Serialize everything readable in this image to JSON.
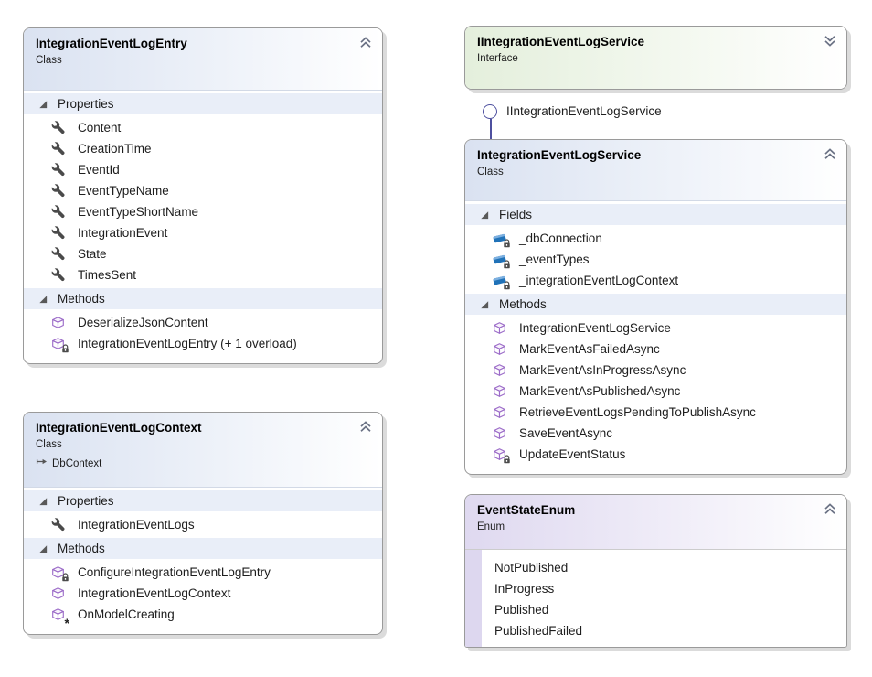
{
  "boxes": {
    "entry": {
      "title": "IntegrationEventLogEntry",
      "kind": "Class",
      "chevron": "up",
      "sections": [
        {
          "label": "Properties",
          "members": [
            {
              "name": "Content",
              "icon": "property"
            },
            {
              "name": "CreationTime",
              "icon": "property"
            },
            {
              "name": "EventId",
              "icon": "property"
            },
            {
              "name": "EventTypeName",
              "icon": "property"
            },
            {
              "name": "EventTypeShortName",
              "icon": "property"
            },
            {
              "name": "IntegrationEvent",
              "icon": "property"
            },
            {
              "name": "State",
              "icon": "property"
            },
            {
              "name": "TimesSent",
              "icon": "property"
            }
          ]
        },
        {
          "label": "Methods",
          "members": [
            {
              "name": "DeserializeJsonContent",
              "icon": "method"
            },
            {
              "name": "IntegrationEventLogEntry (+ 1 overload)",
              "icon": "method",
              "modifier": "lock"
            }
          ]
        }
      ]
    },
    "iservice": {
      "title": "IIntegrationEventLogService",
      "kind": "Interface",
      "chevron": "down"
    },
    "service": {
      "title": "IntegrationEventLogService",
      "kind": "Class",
      "chevron": "up",
      "sections": [
        {
          "label": "Fields",
          "members": [
            {
              "name": "_dbConnection",
              "icon": "field",
              "modifier": "lock"
            },
            {
              "name": "_eventTypes",
              "icon": "field",
              "modifier": "lock"
            },
            {
              "name": "_integrationEventLogContext",
              "icon": "field",
              "modifier": "lock"
            }
          ]
        },
        {
          "label": "Methods",
          "members": [
            {
              "name": "IntegrationEventLogService",
              "icon": "method"
            },
            {
              "name": "MarkEventAsFailedAsync",
              "icon": "method"
            },
            {
              "name": "MarkEventAsInProgressAsync",
              "icon": "method"
            },
            {
              "name": "MarkEventAsPublishedAsync",
              "icon": "method"
            },
            {
              "name": "RetrieveEventLogsPendingToPublishAsync",
              "icon": "method"
            },
            {
              "name": "SaveEventAsync",
              "icon": "method"
            },
            {
              "name": "UpdateEventStatus",
              "icon": "method",
              "modifier": "lock"
            }
          ]
        }
      ]
    },
    "context": {
      "title": "IntegrationEventLogContext",
      "kind": "Class",
      "base_type": "DbContext",
      "chevron": "up",
      "sections": [
        {
          "label": "Properties",
          "members": [
            {
              "name": "IntegrationEventLogs",
              "icon": "property"
            }
          ]
        },
        {
          "label": "Methods",
          "members": [
            {
              "name": "ConfigureIntegrationEventLogEntry",
              "icon": "method",
              "modifier": "lock"
            },
            {
              "name": "IntegrationEventLogContext",
              "icon": "method"
            },
            {
              "name": "OnModelCreating",
              "icon": "method",
              "modifier": "star"
            }
          ]
        }
      ]
    },
    "enum": {
      "title": "EventStateEnum",
      "kind": "Enum",
      "chevron": "up",
      "members": [
        "NotPublished",
        "InProgress",
        "Published",
        "PublishedFailed"
      ]
    }
  },
  "connector": {
    "label": "IIntegrationEventLogService"
  },
  "colors": {
    "class_header": "#dae2f1",
    "interface_header": "#e4efdc",
    "enum_header": "#dfd9f0",
    "section_bar": "#e9eef8",
    "property_icon": "#4a4a4a",
    "method_icon": "#9b6bc8",
    "field_icon": "#2072b8",
    "connector": "#4e509f"
  }
}
